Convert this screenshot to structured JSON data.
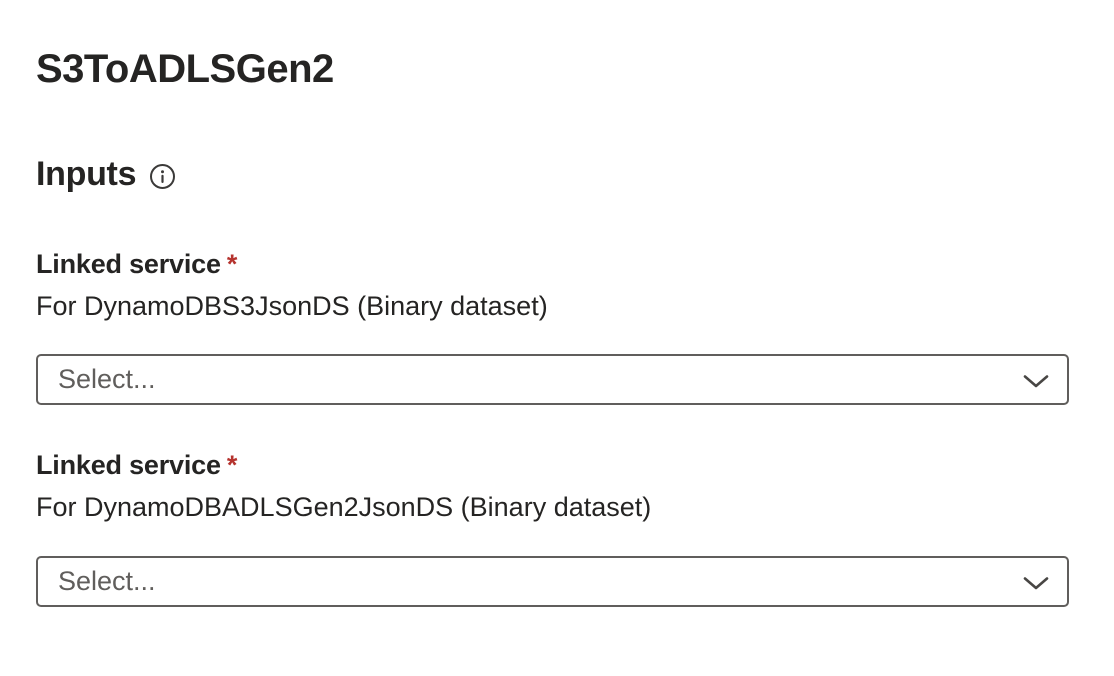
{
  "panel": {
    "title": "S3ToADLSGen2",
    "inputs_heading": "Inputs",
    "required_marker": "*"
  },
  "fields": [
    {
      "label": "Linked service",
      "description": "For DynamoDBS3JsonDS (Binary dataset)",
      "placeholder": "Select..."
    },
    {
      "label": "Linked service",
      "description": "For DynamoDBADLSGen2JsonDS (Binary dataset)",
      "placeholder": "Select..."
    }
  ],
  "icons": {
    "inputs_info": "info-icon",
    "dropdown_caret": "chevron-down-icon"
  },
  "colors": {
    "text": "#252423",
    "placeholder": "#605e5c",
    "border": "#605e5c",
    "required": "#b5332e",
    "icon": "#3b3a39"
  }
}
